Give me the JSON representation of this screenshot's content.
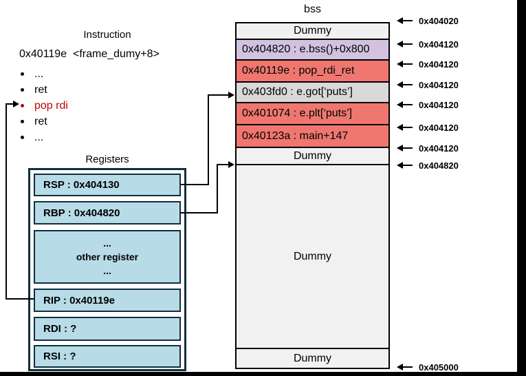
{
  "instruction_panel": {
    "title": "Instruction",
    "header": "0x40119e  <frame_dumy+8>",
    "items": [
      {
        "text": "..."
      },
      {
        "text": "ret"
      },
      {
        "text": "pop rdi"
      },
      {
        "text": "ret"
      },
      {
        "text": "..."
      }
    ]
  },
  "registers_panel": {
    "title": "Registers",
    "rsp": "RSP : 0x404130",
    "rbp": "RBP : 0x404820",
    "other": {
      "line1": "...",
      "line2": "other register",
      "line3": "..."
    },
    "rip": "RIP : 0x40119e",
    "rdi": "RDI : ?",
    "rsi": "RSI : ?"
  },
  "bss_panel": {
    "title": "bss",
    "rows": [
      {
        "text": "Dummy"
      },
      {
        "text": "0x404820 : e.bss()+0x800"
      },
      {
        "text": "0x40119e : pop_rdi_ret"
      },
      {
        "text": "0x403fd0 : e.got[‘puts’]"
      },
      {
        "text": "0x401074 : e.plt[‘puts’]"
      },
      {
        "text": "0x40123a : main+147"
      },
      {
        "text": "Dummy"
      },
      {
        "text": "Dummy"
      },
      {
        "text": "Dummy"
      }
    ],
    "addresses": [
      "0x404020",
      "0x404120",
      "0x404120",
      "0x404120",
      "0x404120",
      "0x404120",
      "0x404120",
      "0x404820",
      "0x405000"
    ]
  },
  "colors": {
    "register_fill": "#b7dce8",
    "register_border": "#0f2e3d",
    "row_dummy": "#f1f1f1",
    "row_purple": "#d2c2e0",
    "row_red": "#ef776f",
    "row_gray": "#d9d9d9",
    "highlight_text": "#c00000"
  }
}
